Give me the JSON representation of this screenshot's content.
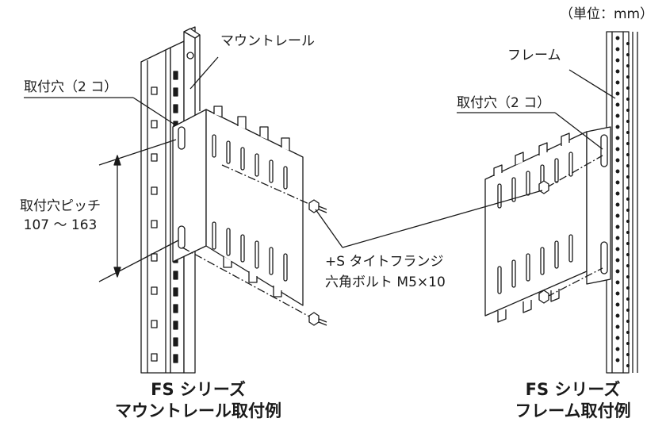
{
  "unit_note": "（単位：mm）",
  "left": {
    "rail_label": "マウントレール",
    "holes_label": "取付穴（2 コ）",
    "pitch_label_line1": "取付穴ピッチ",
    "pitch_label_line2": "107 ～ 163",
    "caption_line1": "FS シリーズ",
    "caption_line2": "マウントレール取付例"
  },
  "right": {
    "frame_label": "フレーム",
    "holes_label": "取付穴（2 コ）",
    "caption_line1": "FS シリーズ",
    "caption_line2": "フレーム取付例"
  },
  "bolt_label_line1": "+S タイトフランジ",
  "bolt_label_line2": "六角ボルト M5×10",
  "colors": {
    "line": "#1a1a1a",
    "fill": "#ffffff",
    "hole": "#1a1a1a"
  }
}
